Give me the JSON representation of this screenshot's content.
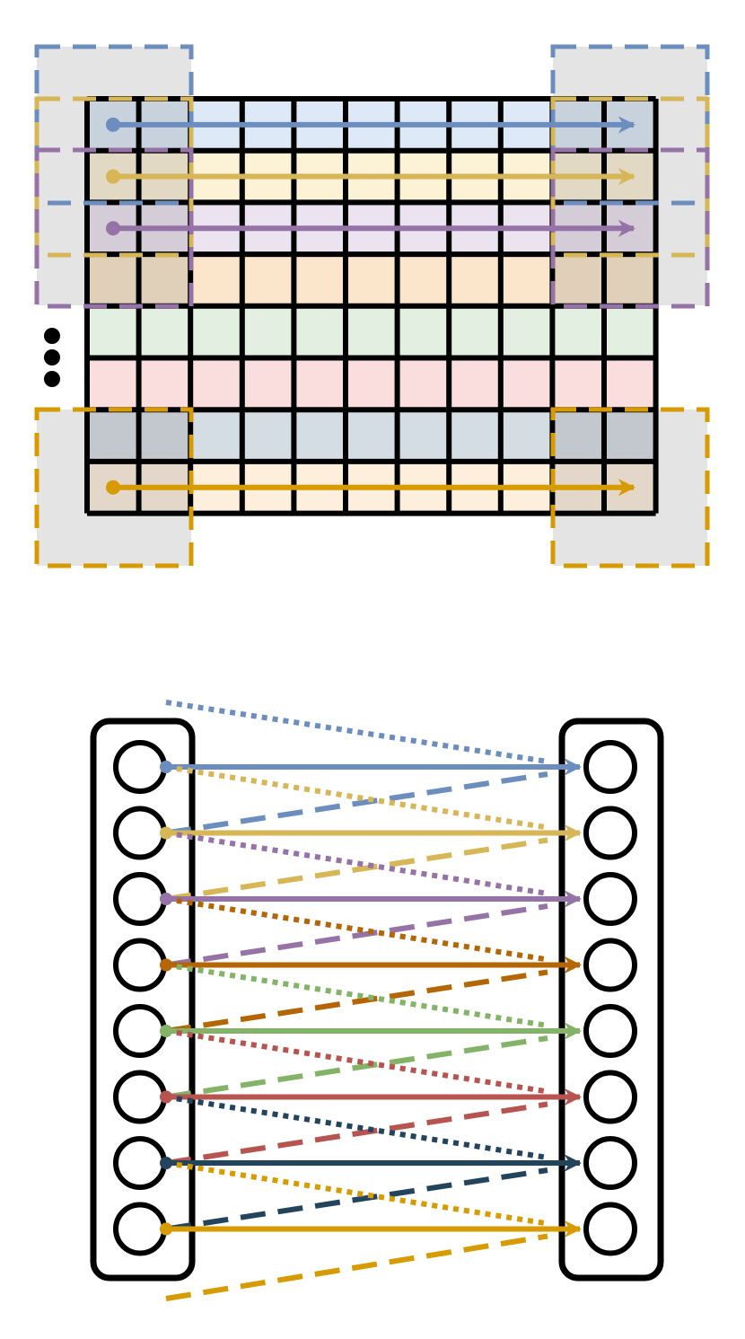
{
  "grid": {
    "rows": 8,
    "cols": 11,
    "row_colors": [
      "#dde9f7",
      "#fcf2d6",
      "#ebe3f0",
      "#fbe6cb",
      "#e3efe1",
      "#fadddd",
      "#d5dde4",
      "#fdefdc"
    ],
    "wrap_cols": 2,
    "ellipsis": true
  },
  "windows": [
    {
      "color": "#6c8ebf",
      "grid_row": 0,
      "pos": "top"
    },
    {
      "color": "#d6b656",
      "grid_row": 1,
      "pos": "mid"
    },
    {
      "color": "#9673a6",
      "grid_row": 2,
      "pos": "bottom"
    },
    {
      "color": "#d79b00",
      "grid_row": 7,
      "pos": "last"
    }
  ],
  "network": {
    "neurons_per_layer": 8,
    "colors": [
      "#6c8ebf",
      "#d6b656",
      "#9673a6",
      "#b46504",
      "#82b366",
      "#b85450",
      "#23445d",
      "#d79b00"
    ]
  }
}
